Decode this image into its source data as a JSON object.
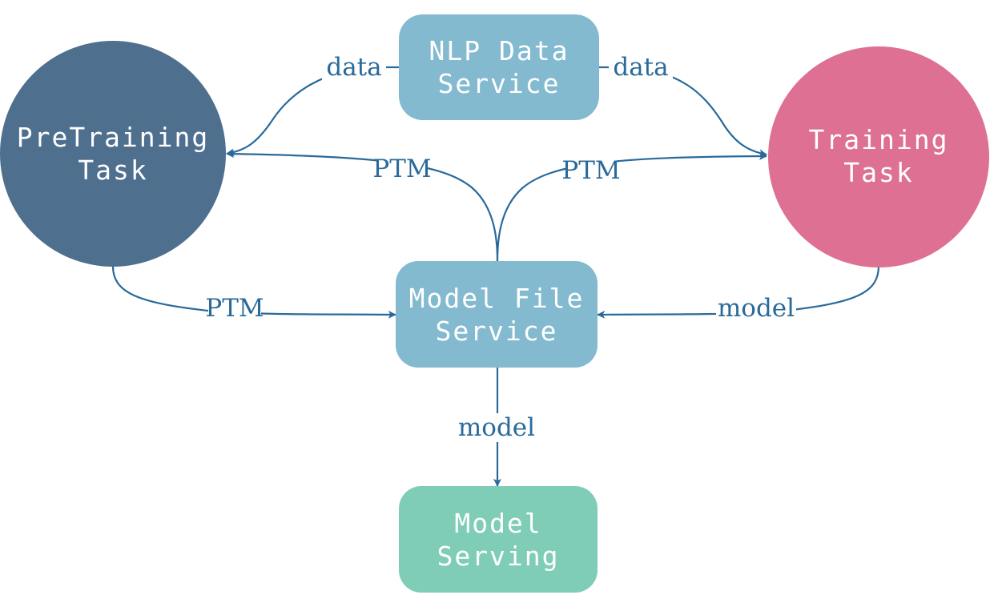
{
  "colors": {
    "edge": "#2a6a9a",
    "pretraining": "#4f6f8f",
    "training": "#dd7093",
    "service": "#84bad0",
    "serving": "#7fcdb6",
    "node_text": "#ffffff"
  },
  "nodes": {
    "nlp_data_service": {
      "line1": "NLP Data",
      "line2": "Service"
    },
    "pretraining_task": {
      "line1": "PreTraining",
      "line2": "Task"
    },
    "training_task": {
      "line1": "Training",
      "line2": "Task"
    },
    "model_file_service": {
      "line1": "Model File",
      "line2": "Service"
    },
    "model_serving": {
      "line1": "Model",
      "line2": "Serving"
    }
  },
  "edges": {
    "data_to_pretraining": "data",
    "data_to_training": "data",
    "ptm_to_pretraining": "PTM",
    "ptm_to_training": "PTM",
    "ptm_from_pretraining": "PTM",
    "model_from_training": "model",
    "model_to_serving": "model"
  }
}
